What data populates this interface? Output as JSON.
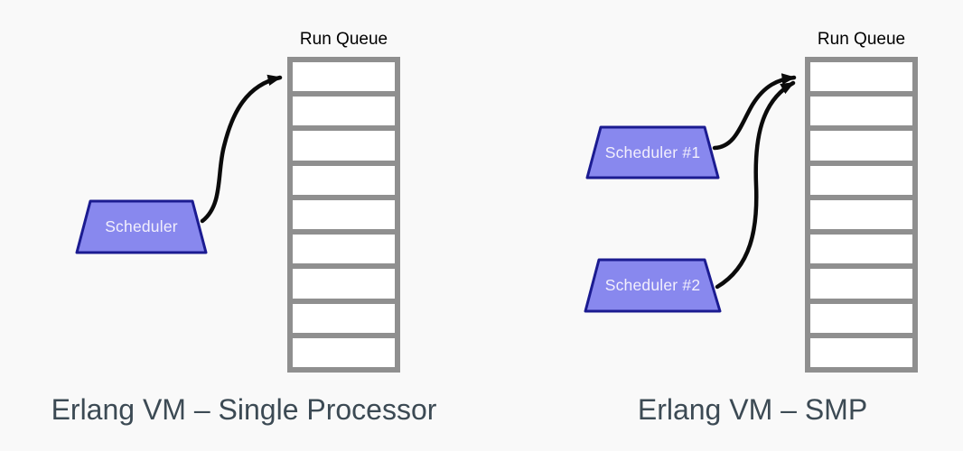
{
  "colors": {
    "background": "#f9f9f9",
    "scheduler_fill": "#8888ee",
    "scheduler_border": "#1b1b91",
    "scheduler_text": "#f2effc",
    "queue_border": "#8f8f8f",
    "queue_cell": "#ffffff",
    "arrow": "#0b0b0b",
    "caption": "#3c4a54",
    "run_queue_label": "#000000"
  },
  "left_diagram": {
    "run_queue_label": "Run Queue",
    "queue_cell_count": 9,
    "schedulers": [
      {
        "label": "Scheduler"
      }
    ],
    "caption": "Erlang VM – Single Processor"
  },
  "right_diagram": {
    "run_queue_label": "Run Queue",
    "queue_cell_count": 9,
    "schedulers": [
      {
        "label": "Scheduler #1"
      },
      {
        "label": "Scheduler #2"
      }
    ],
    "caption": "Erlang VM – SMP"
  }
}
